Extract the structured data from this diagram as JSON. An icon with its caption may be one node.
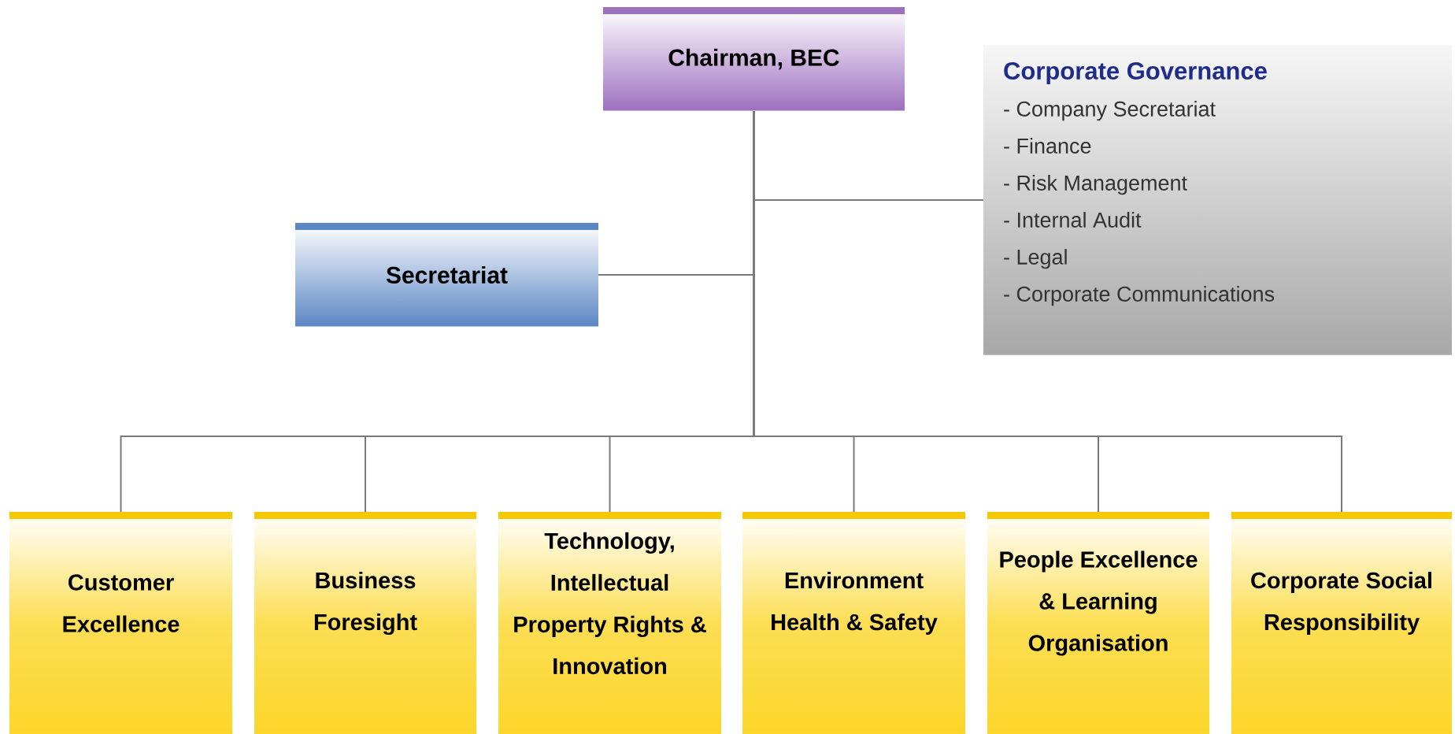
{
  "diagram": {
    "nodes": [
      {
        "text": [
          "Chairman, BEC"
        ]
      },
      {
        "text": [
          "Secretariat"
        ]
      },
      {
        "text": [
          "Corporate Governance",
          "- Company Secretariat",
          "- Finance",
          "- Risk Management",
          "- Internal Audit",
          "- Legal",
          "- Corporate  Communications"
        ]
      },
      {
        "text": [
          "Customer Excellence"
        ]
      },
      {
        "text": [
          "Business Foresight"
        ]
      },
      {
        "text": [
          "Technology, Intellectual Property Rights & Innovation"
        ]
      },
      {
        "text": [
          "Environment Health & Safety"
        ]
      },
      {
        "text": [
          "People Excellence & Learning Organisation"
        ]
      },
      {
        "text": [
          "Corporate Social Responsibility"
        ]
      }
    ],
    "edges": [
      {
        "from": 0,
        "to": 1,
        "arrow": "none"
      },
      {
        "from": 0,
        "to": 2,
        "arrow": "none"
      },
      {
        "from": 0,
        "to": 3,
        "arrow": "none"
      },
      {
        "from": 0,
        "to": 4,
        "arrow": "none"
      },
      {
        "from": 0,
        "to": 5,
        "arrow": "none"
      },
      {
        "from": 0,
        "to": 6,
        "arrow": "none"
      },
      {
        "from": 0,
        "to": 7,
        "arrow": "none"
      },
      {
        "from": 0,
        "to": 8,
        "arrow": "none"
      }
    ]
  }
}
